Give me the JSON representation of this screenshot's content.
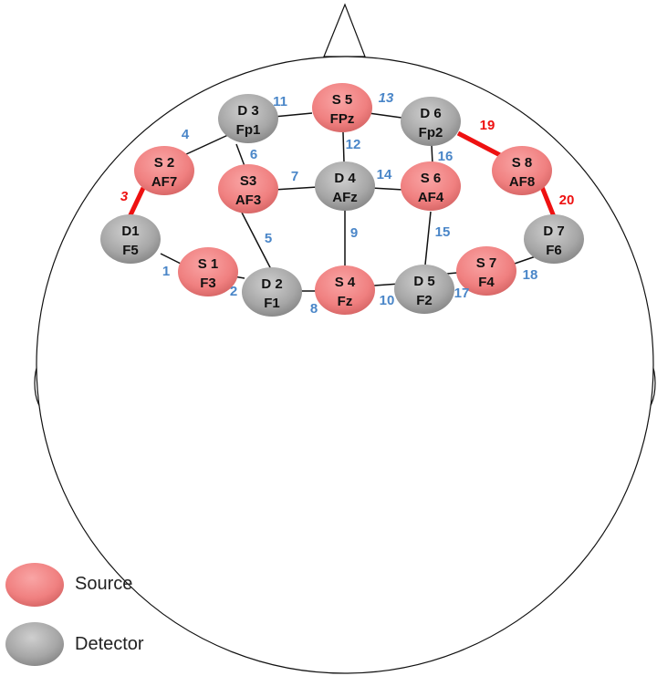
{
  "nodes": {
    "S1": {
      "id": "S 1",
      "pos": "F3",
      "type": "source"
    },
    "S2": {
      "id": "S 2",
      "pos": "AF7",
      "type": "source"
    },
    "S3": {
      "id": "S3",
      "pos": "AF3",
      "type": "source"
    },
    "S4": {
      "id": "S 4",
      "pos": "Fz",
      "type": "source"
    },
    "S5": {
      "id": "S 5",
      "pos": "FPz",
      "type": "source"
    },
    "S6": {
      "id": "S 6",
      "pos": "AF4",
      "type": "source"
    },
    "S7": {
      "id": "S 7",
      "pos": "F4",
      "type": "source"
    },
    "S8": {
      "id": "S 8",
      "pos": "AF8",
      "type": "source"
    },
    "D1": {
      "id": "D1",
      "pos": "F5",
      "type": "detector"
    },
    "D2": {
      "id": "D 2",
      "pos": "F1",
      "type": "detector"
    },
    "D3": {
      "id": "D 3",
      "pos": "Fp1",
      "type": "detector"
    },
    "D4": {
      "id": "D 4",
      "pos": "AFz",
      "type": "detector"
    },
    "D5": {
      "id": "D 5",
      "pos": "F2",
      "type": "detector"
    },
    "D6": {
      "id": "D 6",
      "pos": "Fp2",
      "type": "detector"
    },
    "D7": {
      "id": "D 7",
      "pos": "F6",
      "type": "detector"
    }
  },
  "channels": [
    {
      "n": "1",
      "from": "D1",
      "to": "S1",
      "highlight": false
    },
    {
      "n": "2",
      "from": "S1",
      "to": "D2",
      "highlight": false
    },
    {
      "n": "3",
      "from": "S2",
      "to": "D1",
      "highlight": true
    },
    {
      "n": "4",
      "from": "S2",
      "to": "D3",
      "highlight": false
    },
    {
      "n": "5",
      "from": "S3",
      "to": "D2",
      "highlight": false
    },
    {
      "n": "6",
      "from": "D3",
      "to": "S3",
      "highlight": false
    },
    {
      "n": "7",
      "from": "S3",
      "to": "D4",
      "highlight": false
    },
    {
      "n": "8",
      "from": "D2",
      "to": "S4",
      "highlight": false
    },
    {
      "n": "9",
      "from": "D4",
      "to": "S4",
      "highlight": false
    },
    {
      "n": "10",
      "from": "S4",
      "to": "D5",
      "highlight": false
    },
    {
      "n": "11",
      "from": "D3",
      "to": "S5",
      "highlight": false
    },
    {
      "n": "12",
      "from": "S5",
      "to": "D4",
      "highlight": false
    },
    {
      "n": "13",
      "from": "S5",
      "to": "D6",
      "highlight": false
    },
    {
      "n": "14",
      "from": "D4",
      "to": "S6",
      "highlight": false
    },
    {
      "n": "15",
      "from": "S6",
      "to": "D5",
      "highlight": false
    },
    {
      "n": "16",
      "from": "D6",
      "to": "S6",
      "highlight": false
    },
    {
      "n": "17",
      "from": "D5",
      "to": "S7",
      "highlight": false
    },
    {
      "n": "18",
      "from": "S7",
      "to": "D7",
      "highlight": false
    },
    {
      "n": "19",
      "from": "D6",
      "to": "S8",
      "highlight": true
    },
    {
      "n": "20",
      "from": "S8",
      "to": "D7",
      "highlight": true
    }
  ],
  "legend": {
    "source": "Source",
    "detector": "Detector"
  },
  "colors": {
    "source": "#f08080",
    "detector": "#a6a6a6",
    "channel_label": "#4a86c8",
    "highlight": "#ee1111"
  }
}
